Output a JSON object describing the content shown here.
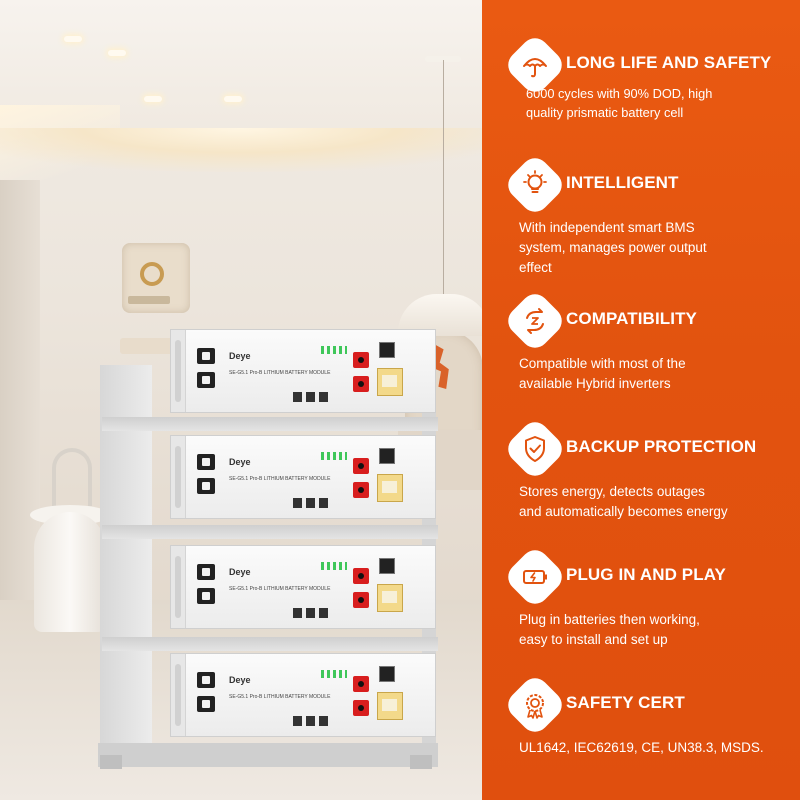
{
  "product": {
    "brand": "Deye",
    "model_label": "SE-G5.1 Pro-B  LITHIUM BATTERY MODULE"
  },
  "features": [
    {
      "title": "LONG LIFE AND SAFETY",
      "lines": [
        "6000 cycles with 90% DOD, high",
        "quality prismatic battery cell"
      ],
      "icon": "umbrella-icon"
    },
    {
      "title": "INTELLIGENT",
      "lines": [
        "With independent smart BMS",
        "system,  manages power output",
        "effect"
      ],
      "icon": "lightbulb-icon"
    },
    {
      "title": "COMPATIBILITY",
      "lines": [
        "Compatible with most of the",
        "available Hybrid inverters"
      ],
      "icon": "sync-icon"
    },
    {
      "title": "BACKUP PROTECTION",
      "lines": [
        "Stores energy, detects outages",
        "and automatically becomes energy"
      ],
      "icon": "shield-check-icon"
    },
    {
      "title": "PLUG IN AND PLAY",
      "lines": [
        "Plug in batteries then working,",
        "easy to install and set up"
      ],
      "icon": "battery-icon"
    },
    {
      "title": "SAFETY CERT",
      "lines": [
        "UL1642, IEC62619, CE, UN38.3, MSDS."
      ],
      "icon": "award-badge-icon"
    }
  ],
  "colors": {
    "panel_orange": "#e2530f",
    "icon_bg": "#ffffff",
    "text": "#ffffff",
    "terminal_red": "#d81e1e"
  }
}
